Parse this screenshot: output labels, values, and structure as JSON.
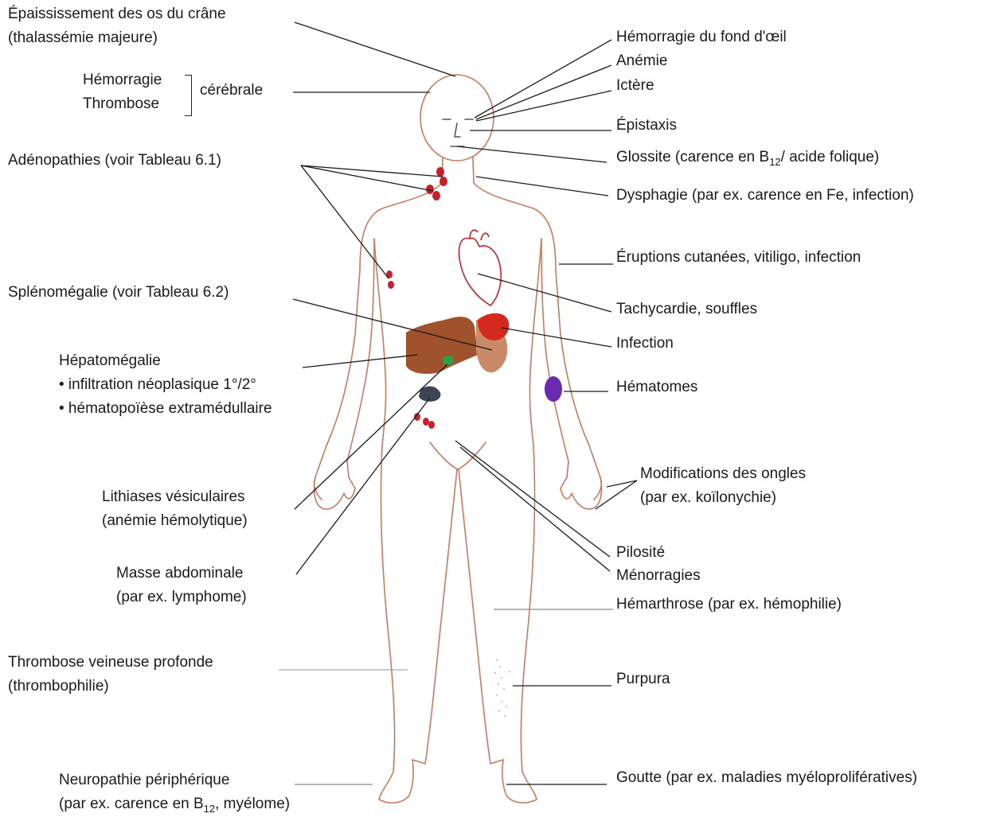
{
  "labels": {
    "crane": [
      "Épaississement des os du crâne",
      "(thalassémie majeure)"
    ],
    "hemorragie": "Hémorragie",
    "thrombose": "Thrombose",
    "cerebrale": "cérébrale",
    "adenopathies": "Adénopathies (voir Tableau 6.1)",
    "splenomegalie": "Splénomégalie (voir Tableau 6.2)",
    "hepatomegalie": [
      "Hépatomégalie",
      "• infiltration néoplasique 1°/2°",
      "• hématopoïèse extramédullaire"
    ],
    "lithiases": [
      "Lithiases vésiculaires",
      "(anémie hémolytique)"
    ],
    "masse": [
      "Masse abdominale",
      "(par ex. lymphome)"
    ],
    "tvp": [
      "Thrombose veineuse profonde",
      "(thrombophilie)"
    ],
    "neuropathie": [
      "Neuropathie périphérique",
      "(par ex. carence en B",
      "12",
      ", myélome)"
    ],
    "fond_oeil": "Hémorragie du fond d'œil",
    "anemie": "Anémie",
    "ictere": "Ictère",
    "epistaxis": "Épistaxis",
    "glossite": [
      "Glossite (carence en B",
      "12",
      "/ acide folique)"
    ],
    "dysphagie": "Dysphagie (par ex. carence en Fe, infection)",
    "eruptions": "Éruptions cutanées, vitiligo, infection",
    "tachycardie": "Tachycardie, souffles",
    "infection": "Infection",
    "hematomes": "Hématomes",
    "ongles": [
      "Modifications des ongles",
      "(par ex. koïlonychie)"
    ],
    "pilosite": "Pilosité",
    "menorragies": "Ménorragies",
    "hemarthrose": "Hémarthrose (par ex. hémophilie)",
    "purpura": "Purpura",
    "goutte": "Goutte (par ex. maladies myéloprolifératives)"
  },
  "colors": {
    "body_outline": "#c87a5e",
    "leader_line": "#1a1a1a",
    "lymph_node": "#c8202a",
    "liver": "#a0522d",
    "spleen_area": "#c98a6a",
    "spleen": "#d42a1e",
    "gallbladder": "#2e9e4a",
    "abdominal_mass": "#3c4652",
    "hematoma": "#6a2bb0",
    "heart": "#c8202a"
  }
}
